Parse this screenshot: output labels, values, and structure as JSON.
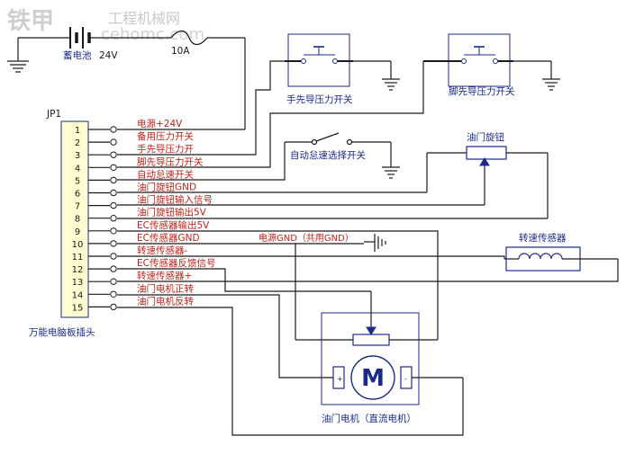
{
  "watermark": {
    "brand": "铁甲",
    "site": "工程机械网",
    "domain": "cehomc.com"
  },
  "battery": {
    "name": "蓄电池",
    "voltage": "24V"
  },
  "fuse": {
    "rating": "10A"
  },
  "switches": {
    "hand": "手先导压力开关",
    "foot": "脚先导压力开关",
    "auto_idle": "自动怠速选择开关"
  },
  "throttle_knob": "油门旋钮",
  "speed_sensor": "转速传感器",
  "ground_note": "电源GND（共用GND）",
  "motor": {
    "symbol": "M",
    "plus": "+",
    "minus": "-",
    "label": "油门电机（直流电机）"
  },
  "connector": {
    "id": "JP1",
    "label": "万能电脑板插头",
    "pins": [
      {
        "num": "1",
        "label": "电源+24V"
      },
      {
        "num": "2",
        "label": "备用压力开关"
      },
      {
        "num": "3",
        "label": "手先导压力开"
      },
      {
        "num": "4",
        "label": "脚先导压力开关"
      },
      {
        "num": "5",
        "label": "自动怠速开关"
      },
      {
        "num": "6",
        "label": "油门旋钮GND"
      },
      {
        "num": "7",
        "label": "油门旋钮输入信号"
      },
      {
        "num": "8",
        "label": "油门旋钮输出5V"
      },
      {
        "num": "9",
        "label": "EC传感器输出5V"
      },
      {
        "num": "10",
        "label": "EC传感器GND"
      },
      {
        "num": "11",
        "label": "转速传感器-"
      },
      {
        "num": "12",
        "label": "EC传感器反馈信号"
      },
      {
        "num": "13",
        "label": "转速传感器+"
      },
      {
        "num": "14",
        "label": "油门电机正转"
      },
      {
        "num": "15",
        "label": "油门电机反转"
      }
    ]
  },
  "colors": {
    "wire": "#1a1a1a",
    "label": "#c0201a",
    "component": "#1a2a8a",
    "background": "#ffffff"
  }
}
